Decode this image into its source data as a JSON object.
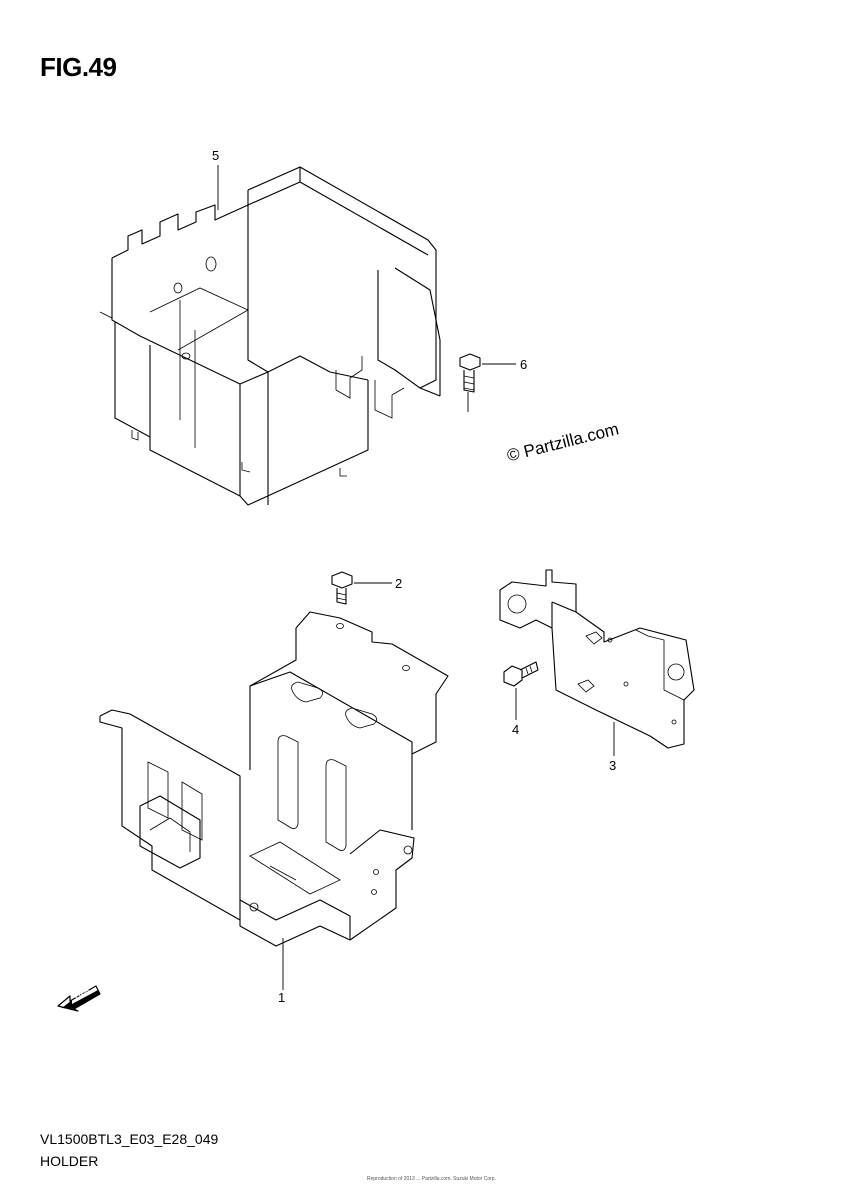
{
  "figure": {
    "title": "FIG.49",
    "code": "VL1500BTL3_E03_E28_049",
    "name": "HOLDER",
    "watermark": "© Partzilla.com",
    "copyright": "Reproduction of 2013 ... Partzilla.com. Suzuki Motor Corp."
  },
  "callouts": [
    {
      "id": "1",
      "label": "1"
    },
    {
      "id": "2",
      "label": "2"
    },
    {
      "id": "3",
      "label": "3"
    },
    {
      "id": "4",
      "label": "4"
    },
    {
      "id": "5",
      "label": "5"
    },
    {
      "id": "6",
      "label": "6"
    }
  ],
  "direction_arrow": {
    "label": "FWD",
    "icon": "forward-arrow-icon"
  }
}
